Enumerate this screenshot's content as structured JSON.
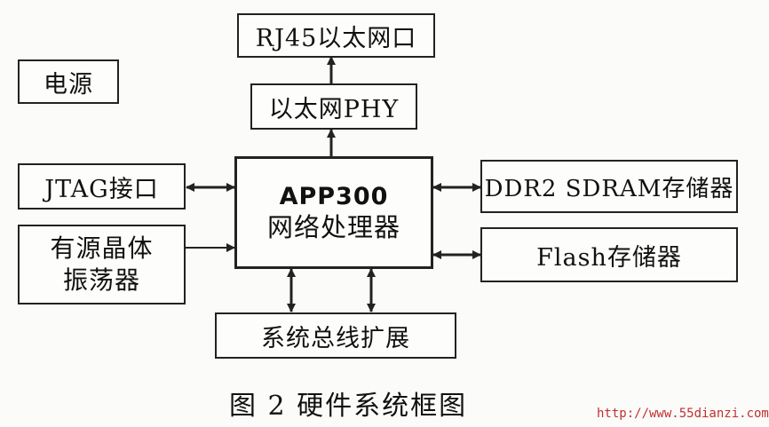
{
  "blocks": {
    "power": "电源",
    "rj45": "RJ45以太网口",
    "phy": "以太网PHY",
    "jtag": "JTAG接口",
    "cpu_line1": "APP300",
    "cpu_line2": "网络处理器",
    "osc_line1": "有源晶体",
    "osc_line2": "振荡器",
    "ddr2": "DDR2 SDRAM存储器",
    "flash": "Flash存储器",
    "bus": "系统总线扩展"
  },
  "caption": "图 2  硬件系统框图",
  "watermark": "http://www.55dianzi.com",
  "colors": {
    "line": "#222222",
    "watermark": "#c03030"
  }
}
